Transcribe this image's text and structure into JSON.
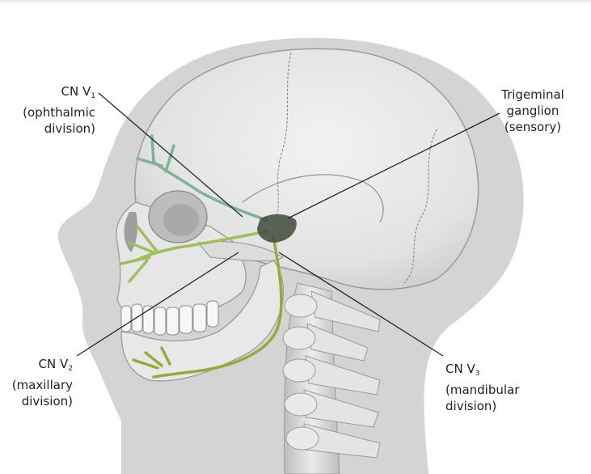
{
  "labels": {
    "v1": {
      "line1_prefix": "CN V",
      "line1_sub": "1",
      "line2": "(ophthalmic",
      "line3": "division)"
    },
    "ganglion": {
      "line1": "Trigeminal",
      "line2": "ganglion",
      "line3": "(sensory)"
    },
    "v2": {
      "line1_prefix": "CN V",
      "line1_sub": "2",
      "line2": "(maxillary",
      "line3": "division)"
    },
    "v3": {
      "line1_prefix": "CN V",
      "line1_sub": "3",
      "line2": "(mandibular",
      "line3": "division)"
    }
  },
  "colors": {
    "background": "#ffffff",
    "head_silhouette": "#d4d4d4",
    "bone": "#e9e9e9",
    "bone_shade": "#cfcfcf",
    "nerve_v1": "#7fb29a",
    "nerve_v2": "#9fbf5a",
    "nerve_v3": "#9aa83a",
    "ganglion": "#3d4a3a",
    "leader_line": "#222222"
  }
}
